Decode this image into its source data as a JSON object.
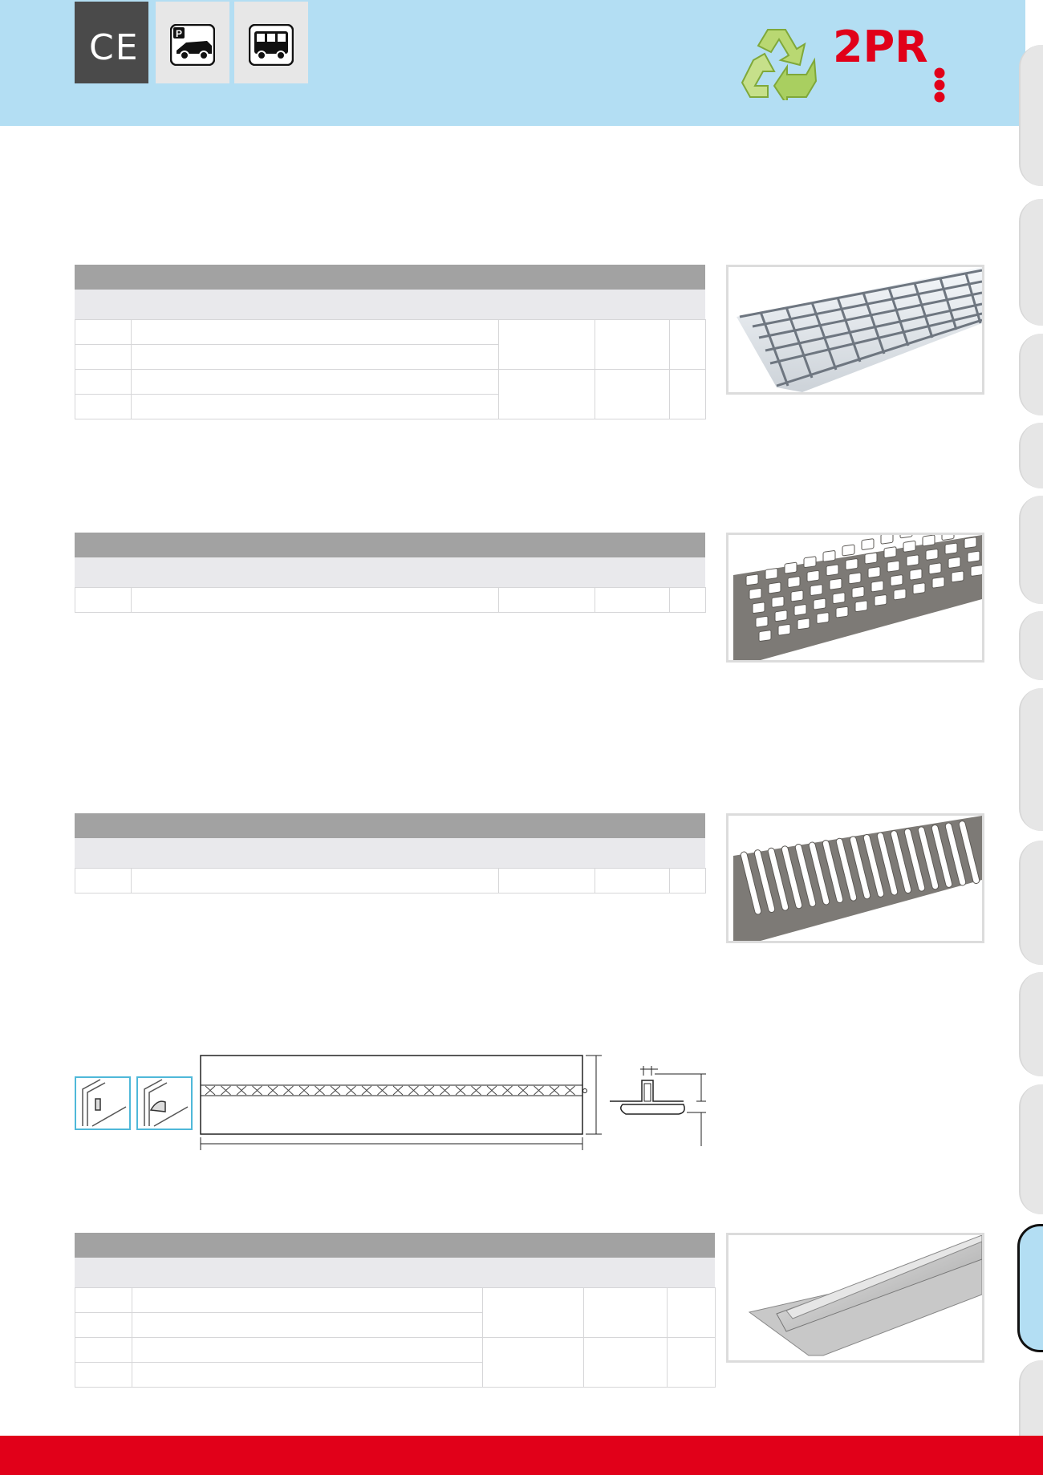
{
  "header": {
    "certifications": [
      {
        "icon": "ce-mark-icon",
        "label": "CE"
      },
      {
        "icon": "car-park-icon",
        "label": "P"
      },
      {
        "icon": "bus-icon",
        "label": ""
      }
    ],
    "logo": {
      "text": "2PR",
      "accent": "#e10019"
    },
    "recycle_icon": "recycle-icon"
  },
  "colors": {
    "header_band": "#b3def3",
    "table_header": "#a2a2a2",
    "table_subheader": "#e9e9ec",
    "footer": "#e10019",
    "detail_frame": "#4fb8d9"
  },
  "products": [
    {
      "name": "galvanized-mesh-grating",
      "rows": 4
    },
    {
      "name": "cast-iron-mesh-grating",
      "rows": 1
    },
    {
      "name": "cast-iron-slotted-grating",
      "rows": 1
    },
    {
      "name": "slot-drain-channel",
      "rows": 4
    }
  ]
}
